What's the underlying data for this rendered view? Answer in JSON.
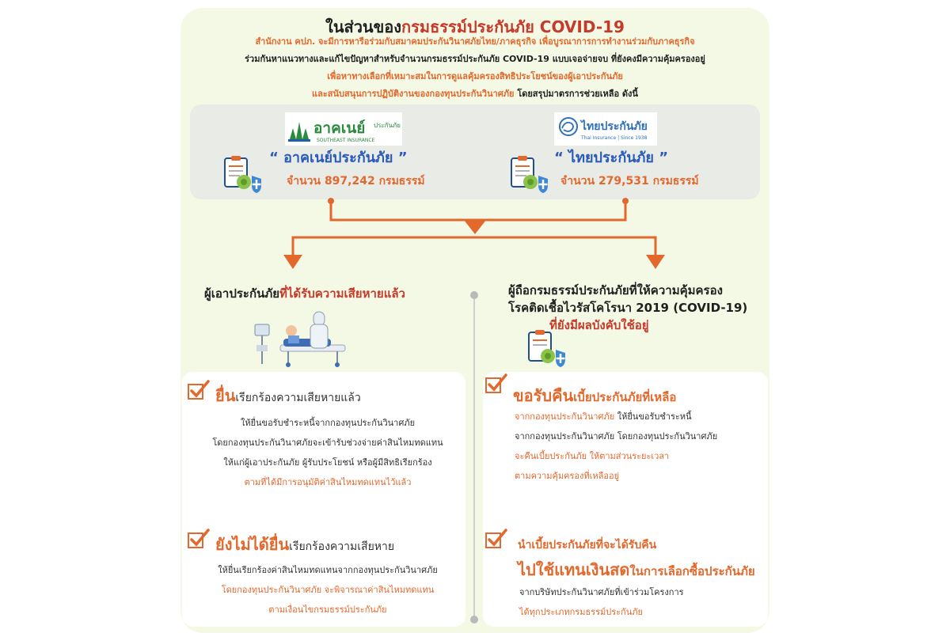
{
  "title": {
    "part1": "ในส่วนของ",
    "part2": "กรมธรรม์ประกันภัย COVID-19"
  },
  "intro": {
    "line1": "สำนักงาน คปภ. จะมีการหารือร่วมกับสมาคมประกันวินาศภัยไทย/ภาคธุรกิจ เพื่อบูรณาการการทำงานร่วมกับภาคธุรกิจ",
    "line2": "ร่วมกันหาแนวทางและแก้ไขปัญหาสำหรับจำนวนกรมธรรม์ประกันภัย COVID-19 แบบเจอจ่ายจบ ที่ยังคงมีความคุ้มครองอยู่",
    "line3": "เพื่อหาทางเลือกที่เหมาะสมในการดูแลคุ้มครองสิทธิประโยชน์ของผู้เอาประกันภัย",
    "line4a": "และสนับสนุนการปฏิบัติงานของกองทุนประกันวินาศภัย",
    "line4b": " โดยสรุปมาตรการช่วยเหลือ ดังนี้"
  },
  "companies": [
    {
      "logo_main": "อาคเนย์",
      "logo_sub": "ประกันภัย",
      "logo_en": "SOUTHEAST INSURANCE",
      "name": "“ อาคเนย์ประกันภัย ”",
      "count": "จำนวน 897,242 กรมธรรม์"
    },
    {
      "logo_main": "ไทยประกันภัย",
      "logo_en": "Thai Insurance | Since 1938",
      "name": "“ ไทยประกันภัย ”",
      "count": "จำนวน 279,531 กรมธรรม์"
    }
  ],
  "left_section": {
    "heading_a": "ผู้เอาประกันภัย",
    "heading_b": "ที่ได้รับความเสียหายแล้ว",
    "items": [
      {
        "head_big": "ยื่น",
        "head_rest": "เรียกร้องความเสียหายแล้ว",
        "lines": [
          "ให้ยื่นขอรับชำระหนี้จากกองทุนประกันวินาศภัย",
          "โดยกองทุนประกันวินาศภัยจะเข้ารับช่วงจ่ายค่าสินไหมทดแทน",
          "ให้แก่ผู้เอาประกันภัย ผู้รับประโยชน์ หรือผู้มีสิทธิเรียกร้อง",
          "ตามที่ได้มีการอนุมัติค่าสินไหมทดแทนไว้แล้ว"
        ]
      },
      {
        "head_big": "ยังไม่ได้ยื่น",
        "head_rest": "เรียกร้องความเสียหาย",
        "lines": [
          "ให้ยื่นเรียกร้องค่าสินไหมทดแทนจากกองทุนประกันวินาศภัย",
          "โดยกองทุนประกันวินาศภัย จะพิจารณาค่าสินไหมทดแทน",
          "ตามเงื่อนไขกรมธรรม์ประกันภัย"
        ]
      }
    ]
  },
  "right_section": {
    "heading_l1": "ผู้ถือกรมธรรม์ประกันภัยที่ให้ความคุ้มครอง",
    "heading_l2": "โรคติดเชื้อไวรัสโคโรนา 2019 (COVID-19)",
    "heading_l3": "ที่ยังมีผลบังคับใช้อยู่",
    "items": [
      {
        "head_big": "ขอรับคืน",
        "head_rest": "เบี้ยประกันภัยที่เหลือ",
        "line1a": "จากกองทุนประกันวินาศภัย",
        "line1b": " ให้ยื่นขอรับชำระหนี้",
        "line2": "จากกองทุนประกันวินาศภัย โดยกองทุนประกันวินาศภัย",
        "line3a": "จะคืนเบี้ยประกันภัย",
        "line3b": " ให้ตามส่วนระยะเวลา",
        "line4": "ตามความคุ้มครองที่เหลืออยู่"
      },
      {
        "head_small": "นำเบี้ยประกันภัยที่จะได้รับคืน",
        "head_big": "ไปใช้แทนเงินสด",
        "head_rest": "ในการเลือกซื้อประกันภัย",
        "line1": "จากบริษัทประกันวินาศภัยที่เข้าร่วมโครงการ",
        "line2": "ได้ทุกประเภทกรมธรรม์ประกันภัย"
      }
    ]
  },
  "colors": {
    "accent": "#e2682c",
    "title_red": "#c63a2a",
    "bg": "#f4f9e6",
    "company_box": "#e9ebe7"
  }
}
